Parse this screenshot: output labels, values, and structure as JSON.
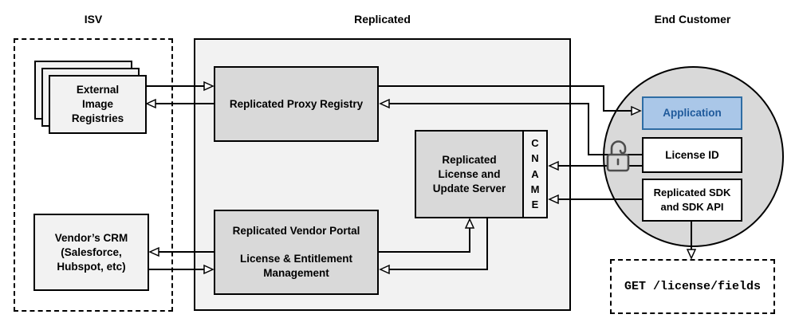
{
  "colors": {
    "container_fill": "#f2f2f2",
    "light_fill": "#f2f2f2",
    "node_fill": "#d9d9d9",
    "circle_fill": "#d9d9d9",
    "line_color": "#000000",
    "app_fill": "#aac7e8",
    "app_border": "#2e6da4",
    "app_text": "#1f5a9b",
    "lock_stroke": "#4d4d4d"
  },
  "sections": {
    "isv": {
      "title": "ISV"
    },
    "replicated": {
      "title": "Replicated"
    },
    "end_customer": {
      "title": "End Customer"
    }
  },
  "nodes": {
    "registries": {
      "line1": "External",
      "line2": "Image",
      "line3": "Registries"
    },
    "crm": {
      "line1": "Vendor’s CRM",
      "line2": "(Salesforce,",
      "line3": "Hubspot, etc)"
    },
    "proxy": {
      "label": "Replicated Proxy Registry"
    },
    "license_server": {
      "line1": "Replicated",
      "line2": "License and",
      "line3": "Update Server"
    },
    "cname": {
      "letters": [
        "C",
        "N",
        "A",
        "M",
        "E"
      ]
    },
    "vendor_portal": {
      "title": "Replicated Vendor Portal",
      "line1": "License & Entitlement",
      "line2": "Management"
    },
    "application": {
      "label": "Application"
    },
    "license_id": {
      "label": "License ID"
    },
    "sdk": {
      "line1": "Replicated SDK",
      "line2": "and SDK API"
    },
    "get_endpoint": {
      "label": "GET /license/fields"
    }
  },
  "icons": {
    "lock": "open-padlock"
  }
}
